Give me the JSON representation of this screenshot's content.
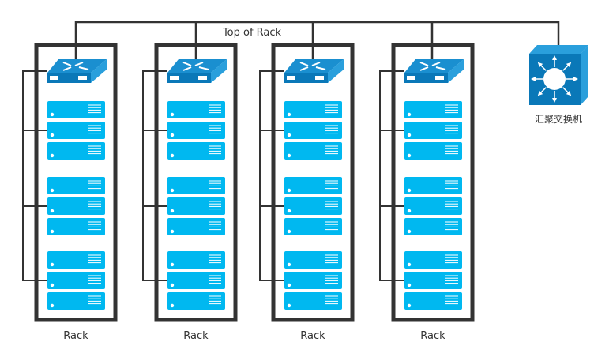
{
  "top_label": "Top of Rack",
  "aggregation_switch": {
    "label": "汇聚交换机",
    "icon": "layer3-switch-icon"
  },
  "racks": [
    {
      "label": "Rack"
    },
    {
      "label": "Rack"
    },
    {
      "label": "Rack"
    },
    {
      "label": "Rack"
    }
  ],
  "servers_per_group": 3,
  "server_groups": 3,
  "colors": {
    "rack_frame": "#333333",
    "link": "#333333",
    "server": "#00b8f0",
    "switch_top": "#1a8fd0",
    "switch_front": "#0a78b8",
    "switch_side": "#2a9fdc"
  }
}
